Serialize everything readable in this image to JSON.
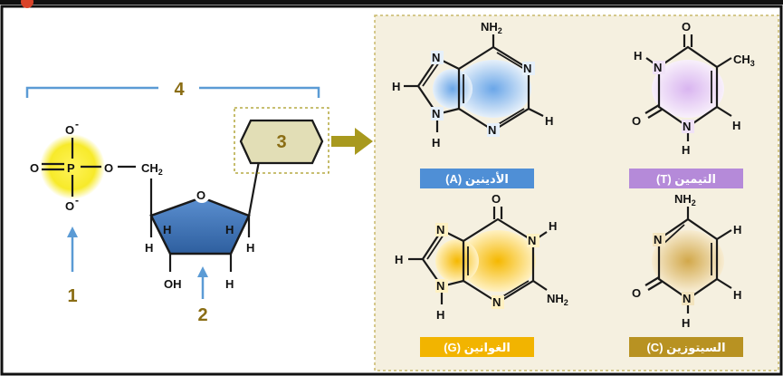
{
  "labels": {
    "phosphate_number": "1",
    "sugar_number": "2",
    "base_number": "3",
    "nucleotide_number": "4"
  },
  "nucleotide": {
    "O_minus_top": "O",
    "O_minus_bottom": "O",
    "minus": "-",
    "O_double": "O",
    "P": "P",
    "O_link": "O",
    "CH2": "CH",
    "CH2_sub": "2",
    "ring_O": "O",
    "H": "H",
    "OH": "OH"
  },
  "bases": {
    "adenine": {
      "name": "الأدينين (A)",
      "color": "#4f8fd6",
      "NH2": "NH",
      "sub": "2"
    },
    "thymine": {
      "name": "التيمين (T)",
      "color": "#b58ad9",
      "CH3": "CH",
      "sub": "3"
    },
    "guanine": {
      "name": "الغوانين (G)",
      "color": "#f2b400",
      "NH2": "NH",
      "sub": "2"
    },
    "cytosine": {
      "name": "السيتوزين (C)",
      "color": "#b89222",
      "NH2": "NH",
      "sub": "2"
    }
  },
  "atoms": {
    "N": "N",
    "H": "H",
    "O": "O"
  },
  "colors": {
    "bracket": "#5b9bd5",
    "arrow": "#a8991e",
    "sugar": "#3c73b4",
    "hexagon": "#e2deb6",
    "panel": "#f5f0e0"
  }
}
